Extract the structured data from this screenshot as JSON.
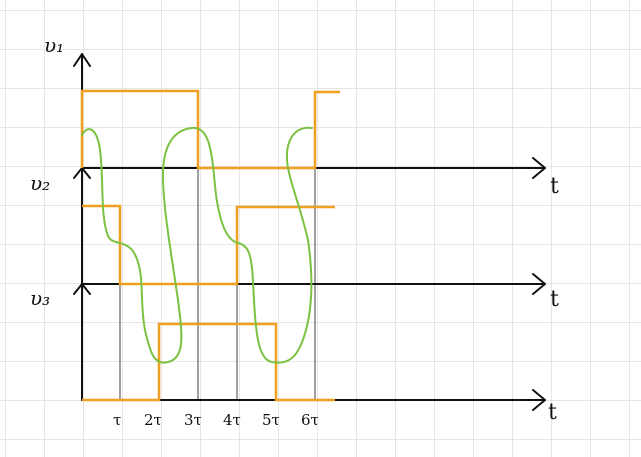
{
  "axes": {
    "v1": {
      "label": "υ₁",
      "t": "t"
    },
    "v2": {
      "label": "υ₂",
      "t": "t"
    },
    "v3": {
      "label": "υ₃",
      "t": "t"
    }
  },
  "tick_labels": [
    "τ",
    "2τ",
    "3τ",
    "4τ",
    "5τ",
    "6τ"
  ],
  "colors": {
    "pulse": "#f0a020",
    "sine": "#7cc242",
    "axis": "#111111",
    "grid": "#e6e6e6"
  }
}
